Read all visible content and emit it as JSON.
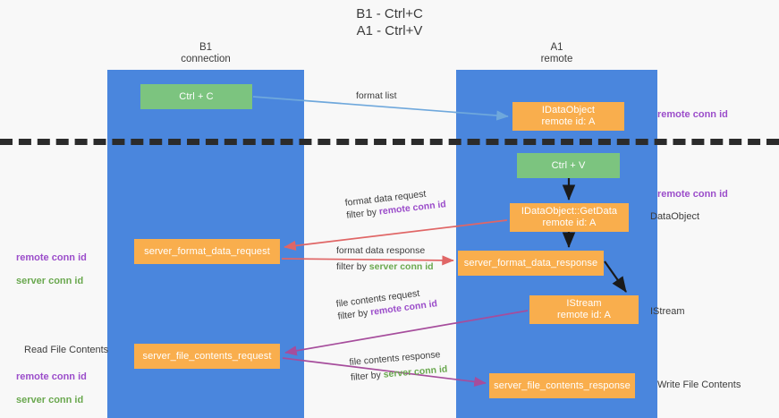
{
  "title": "B1 - Ctrl+C\nA1 - Ctrl+V",
  "columns": {
    "left": {
      "header": "B1\nconnection",
      "name": "B1",
      "role": "connection"
    },
    "right": {
      "header": "A1\nremote",
      "name": "A1",
      "role": "remote"
    }
  },
  "colors": {
    "lane": "#4a86dd",
    "green_node": "#7cc47f",
    "orange_node": "#f9ae4d",
    "remote_conn_id": "#9b4dca",
    "server_conn_id": "#6aa84f",
    "divider": "#2b2b2b",
    "arrow_format_list": "#6fa8dc",
    "arrow_format_data": "#e06666",
    "arrow_file_contents": "#a64d9c",
    "arrow_black": "#1a1a1a",
    "background": "#f8f8f8",
    "text": "#3c3c3c"
  },
  "nodes": {
    "ctrl_c": {
      "label": "Ctrl + C",
      "style": "green"
    },
    "idataobject": {
      "label": "IDataObject",
      "sub": "remote id: A",
      "style": "orange"
    },
    "ctrl_v": {
      "label": "Ctrl + V",
      "style": "green"
    },
    "idataobject_getdata": {
      "label": "IDataObject::GetData",
      "sub": "remote id: A",
      "style": "orange"
    },
    "server_format_data_request": {
      "label": "server_format_data_request",
      "style": "orange"
    },
    "server_format_data_response": {
      "label": "server_format_data_response",
      "style": "orange"
    },
    "istream": {
      "label": "IStream",
      "sub": "remote id: A",
      "style": "orange"
    },
    "server_file_contents_request": {
      "label": "server_file_contents_request",
      "style": "orange"
    },
    "server_file_contents_response": {
      "label": "server_file_contents_response",
      "style": "orange"
    }
  },
  "edge_labels": {
    "format_list": "format list",
    "format_data_request": "format data request",
    "format_data_request_filter_prefix": "filter by ",
    "format_data_request_filter_key": "remote conn id",
    "format_data_response": "format data response",
    "format_data_response_filter_prefix": "filter by ",
    "format_data_response_filter_key": "server conn id",
    "file_contents_request": "file contents request",
    "file_contents_request_filter_prefix": "filter by ",
    "file_contents_request_filter_key": "remote conn id",
    "file_contents_response": "file contents response",
    "file_contents_response_filter_prefix": "filter by ",
    "file_contents_response_filter_key": "server conn id"
  },
  "annotations": {
    "remote_conn_id_top": "remote conn id",
    "remote_conn_id_mid": "remote conn id",
    "dataobject": "DataObject",
    "istream": "IStream",
    "write_file_contents": "Write File Contents",
    "read_file_contents": "Read File Contents",
    "legend_remote": "remote conn id",
    "legend_server": "server conn id"
  }
}
